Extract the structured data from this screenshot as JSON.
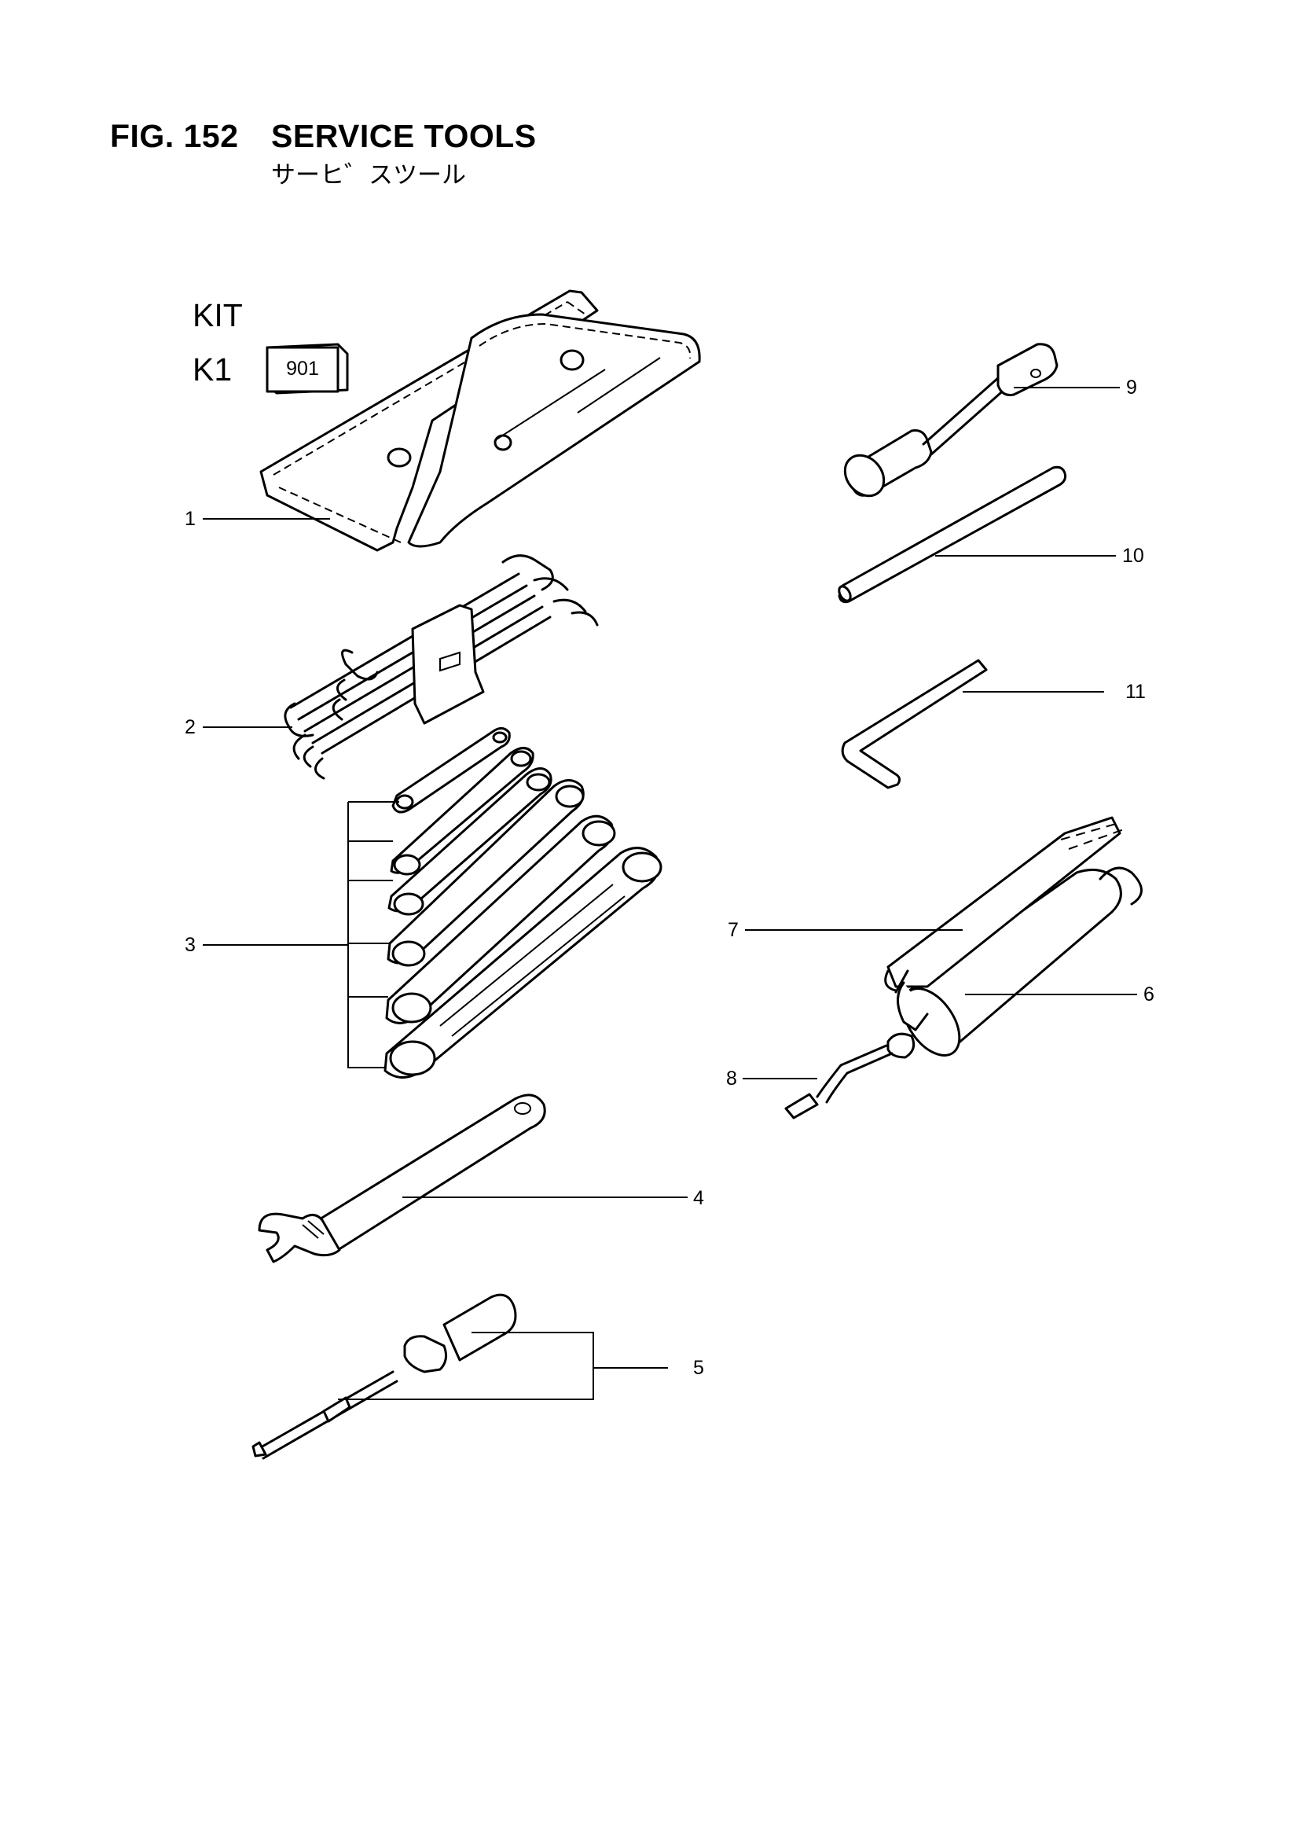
{
  "header": {
    "figure": "FIG. 152",
    "title": "SERVICE TOOLS",
    "subtitle": "サーヒ゛スツール"
  },
  "kit": {
    "label": "KIT",
    "code": "K1",
    "number": "901"
  },
  "callouts": [
    "1",
    "2",
    "3",
    "4",
    "5",
    "6",
    "7",
    "8",
    "9",
    "10",
    "11"
  ]
}
